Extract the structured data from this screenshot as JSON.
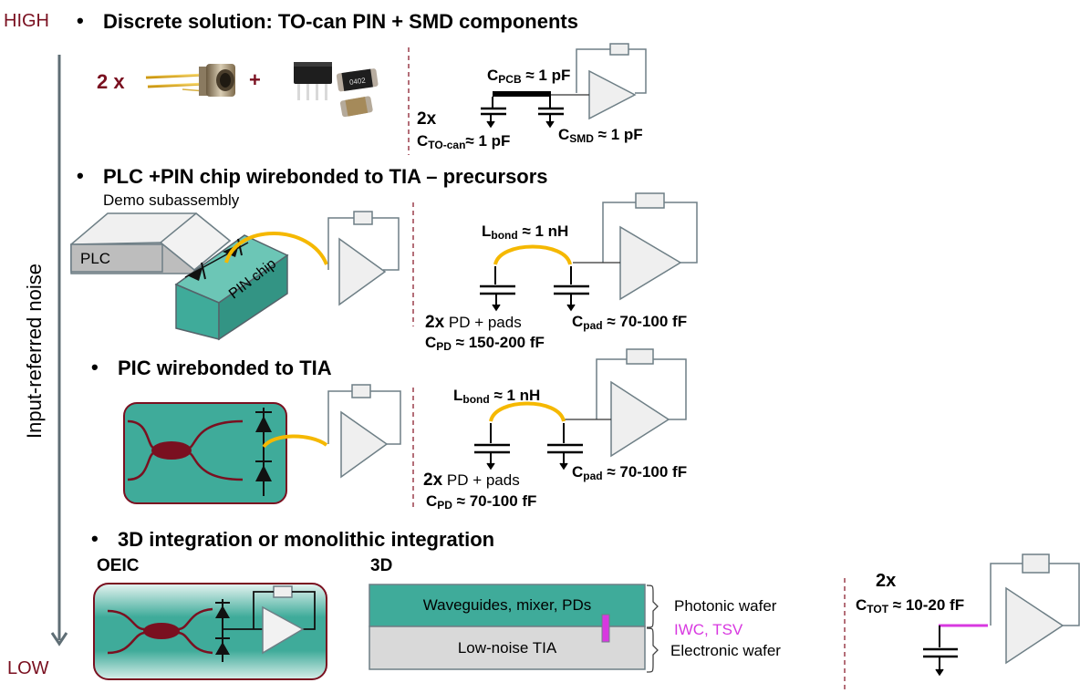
{
  "axis": {
    "high_label": "HIGH",
    "low_label": "LOW",
    "title": "Input-referred noise"
  },
  "colors": {
    "axis_end_label": "#7a1020",
    "axis_arrow": "#5f6e75",
    "teal": "#3fab9a",
    "waveguide": "#7a1020",
    "bondwire": "#f5b800",
    "interconnect": "#d838e0",
    "divider": "#8b2030",
    "tia_stroke": "#6e7f86",
    "tia_fill": "#efefef"
  },
  "sections": [
    {
      "bullet": "•",
      "title": "Discrete solution: TO-can PIN + SMD components",
      "multiplier": "2 x",
      "plus": "+",
      "smd_marking": "0402",
      "circuit": {
        "count": "2x",
        "c_pcb": {
          "sym": "C",
          "sub": "PCB",
          "val": " ≈ 1 pF"
        },
        "c_tocan": {
          "sym": "C",
          "sub": "TO-can",
          "val": "≈ 1 pF"
        },
        "c_smd": {
          "sym": "C",
          "sub": "SMD",
          "val": " ≈ 1 pF"
        }
      }
    },
    {
      "bullet": "•",
      "title": "PLC +PIN chip wirebonded to TIA – precursors",
      "subtitle": "Demo subassembly",
      "plc_label": "PLC",
      "pin_label": "PIN chip",
      "circuit": {
        "l_bond": {
          "sym": "L",
          "sub": "bond",
          "val": " ≈ 1 nH"
        },
        "count": "2x",
        "pd_pads": " PD + pads",
        "c_pad": {
          "sym": "C",
          "sub": "pad",
          "val": " ≈ 70-100 fF"
        },
        "c_pd": {
          "sym": "C",
          "sub": "PD",
          "val": " ≈ 150-200 fF"
        }
      }
    },
    {
      "bullet": "•",
      "title": "PIC wirebonded to TIA",
      "circuit": {
        "l_bond": {
          "sym": "L",
          "sub": "bond",
          "val": " ≈ 1 nH"
        },
        "count": "2x",
        "pd_pads": " PD + pads",
        "c_pad": {
          "sym": "C",
          "sub": "pad",
          "val": " ≈ 70-100 fF"
        },
        "c_pd": {
          "sym": "C",
          "sub": "PD",
          "val": " ≈ 70-100 fF"
        }
      }
    },
    {
      "bullet": "•",
      "title": "3D integration or monolithic integration",
      "oeic_label": "OEIC",
      "td_label": "3D",
      "photonic_layer": "Waveguides, mixer, PDs",
      "electronic_layer": "Low-noise TIA",
      "photonic_wafer": "Photonic wafer",
      "electronic_wafer": "Electronic wafer",
      "interconnect": "IWC, TSV",
      "circuit": {
        "count": "2x",
        "c_tot": {
          "sym": "C",
          "sub": "TOT",
          "val": " ≈ 10-20 fF"
        }
      }
    }
  ]
}
